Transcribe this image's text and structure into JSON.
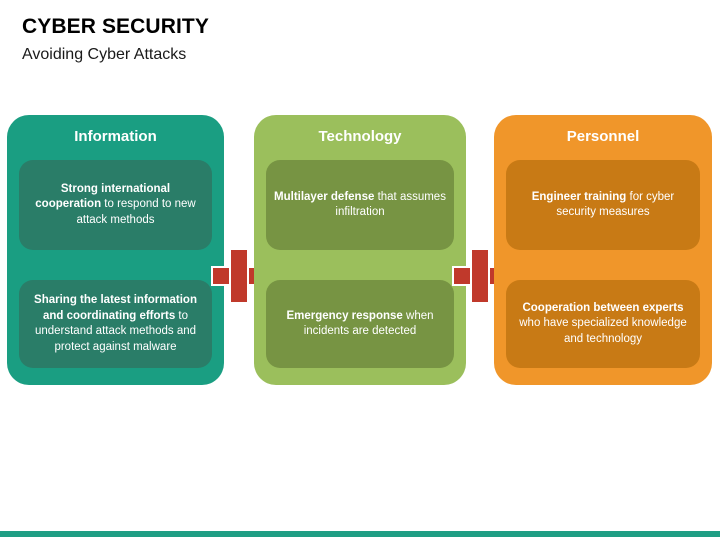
{
  "header": {
    "title": "CYBER SECURITY",
    "subtitle": "Avoiding Cyber Attacks"
  },
  "colors": {
    "teal_panel": "#1A9E82",
    "teal_card": "#2A7D68",
    "green_panel": "#9BBF5C",
    "green_card": "#779443",
    "orange_panel": "#F0962A",
    "orange_card": "#C87A15",
    "plus_red": "#C0392B",
    "footer_bar": "#1F9E84",
    "text_on_panel": "#FFFFFF",
    "title_text": "#000000"
  },
  "pillars": [
    {
      "title": "Information",
      "cards": [
        {
          "bold": "Strong international cooperation",
          "rest": "to respond to new attack methods"
        },
        {
          "bold": "Sharing the latest information and coordinating efforts",
          "rest": "to understand attack methods and protect against malware"
        }
      ]
    },
    {
      "title": "Technology",
      "cards": [
        {
          "bold": "Multilayer defense",
          "rest": "that assumes infiltration"
        },
        {
          "bold": "Emergency response",
          "rest": "when incidents are detected"
        }
      ]
    },
    {
      "title": "Personnel",
      "cards": [
        {
          "bold": "Engineer training",
          "rest": "for cyber security measures"
        },
        {
          "bold": "Cooperation between experts",
          "rest": "who have specialized knowledge and technology"
        }
      ]
    }
  ],
  "connectors": [
    {
      "symbol": "plus"
    },
    {
      "symbol": "plus"
    }
  ]
}
